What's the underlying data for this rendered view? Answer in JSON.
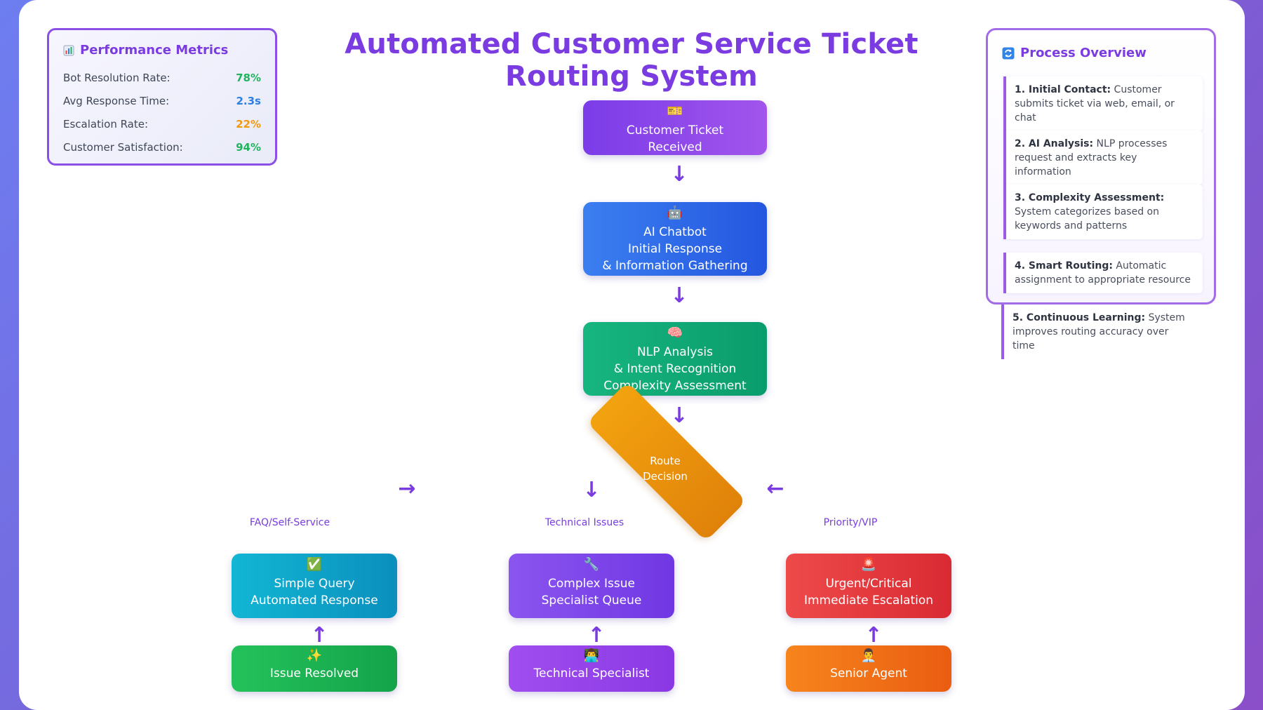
{
  "title": "Automated Customer Service Ticket Routing System",
  "metrics": {
    "icon": "bar-chart-icon",
    "heading": "Performance Metrics",
    "rows": [
      {
        "label": "Bot Resolution Rate:",
        "value": "78%",
        "color": "#22b35e"
      },
      {
        "label": "Avg Response Time:",
        "value": "2.3s",
        "color": "#2f7fe0"
      },
      {
        "label": "Escalation Rate:",
        "value": "22%",
        "color": "#f09a12"
      },
      {
        "label": "Customer Satisfaction:",
        "value": "94%",
        "color": "#22b35e"
      }
    ]
  },
  "process": {
    "icon": "refresh-icon",
    "heading": "Process Overview",
    "steps": [
      {
        "title": "1. Initial Contact:",
        "text": " Customer submits ticket via web, email, or chat"
      },
      {
        "title": "2. AI Analysis:",
        "text": " NLP processes request and extracts key information"
      },
      {
        "title": "3. Complexity Assessment:",
        "text": " System categorizes based on keywords and patterns"
      },
      {
        "title": "4. Smart Routing:",
        "text": " Automatic assignment to appropriate resource"
      },
      {
        "title": "5. Continuous Learning:",
        "text": " System improves routing accuracy over time"
      }
    ]
  },
  "flow": {
    "ticket": {
      "icon": "🎫",
      "line1": "Customer Ticket",
      "line2": "Received"
    },
    "chatbot": {
      "icon": "🤖",
      "line1": "AI Chatbot",
      "line2": "Initial Response",
      "line3": "& Information Gathering"
    },
    "nlp": {
      "icon": "🧠",
      "line1": "NLP Analysis",
      "line2": "& Intent Recognition",
      "line3": "Complexity Assessment"
    },
    "decision": {
      "line1": "Route",
      "line2": "Decision"
    },
    "branches": {
      "left": "FAQ/Self-Service",
      "middle": "Technical Issues",
      "right": "Priority/VIP"
    },
    "simple": {
      "icon": "✅",
      "line1": "Simple Query",
      "line2": "Automated Response"
    },
    "complex": {
      "icon": "🔧",
      "line1": "Complex Issue",
      "line2": "Specialist Queue"
    },
    "urgent": {
      "icon": "🚨",
      "line1": "Urgent/Critical",
      "line2": "Immediate Escalation"
    },
    "resolved": {
      "icon": "✨",
      "label": "Issue Resolved"
    },
    "specialist": {
      "icon": "👨‍💻",
      "label": "Technical Specialist"
    },
    "senior": {
      "icon": "👨‍💼",
      "label": "Senior Agent"
    },
    "arrows": {
      "down": "↓",
      "up": "↑",
      "right": "→",
      "left": "←"
    }
  }
}
